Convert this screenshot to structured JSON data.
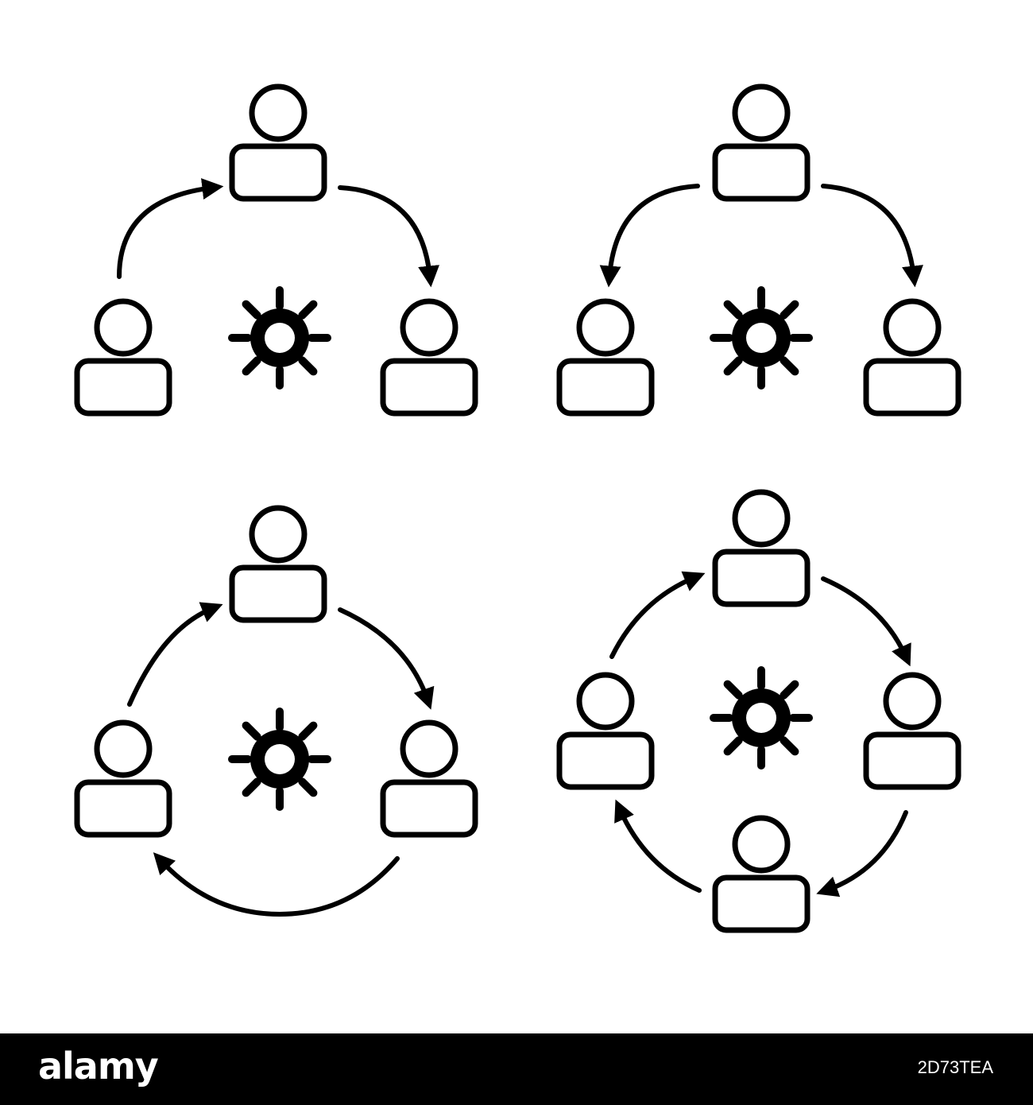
{
  "colors": {
    "ink": "#000000",
    "background": "#ffffff",
    "footer": "#000000",
    "footer_text": "#ffffff"
  },
  "icons": [
    {
      "name": "three-person-split-workflow-icon",
      "people": 3,
      "arrows": 2,
      "flow": "top-to-sides"
    },
    {
      "name": "three-person-distribution-icon",
      "people": 3,
      "arrows": 2,
      "flow": "top-fans-out"
    },
    {
      "name": "three-person-cycle-icon",
      "people": 3,
      "arrows": 3,
      "flow": "cycle"
    },
    {
      "name": "four-person-cycle-icon",
      "people": 4,
      "arrows": 4,
      "flow": "cycle"
    }
  ],
  "footer": {
    "logo": "alamy",
    "image_id": "2D73TEA"
  }
}
